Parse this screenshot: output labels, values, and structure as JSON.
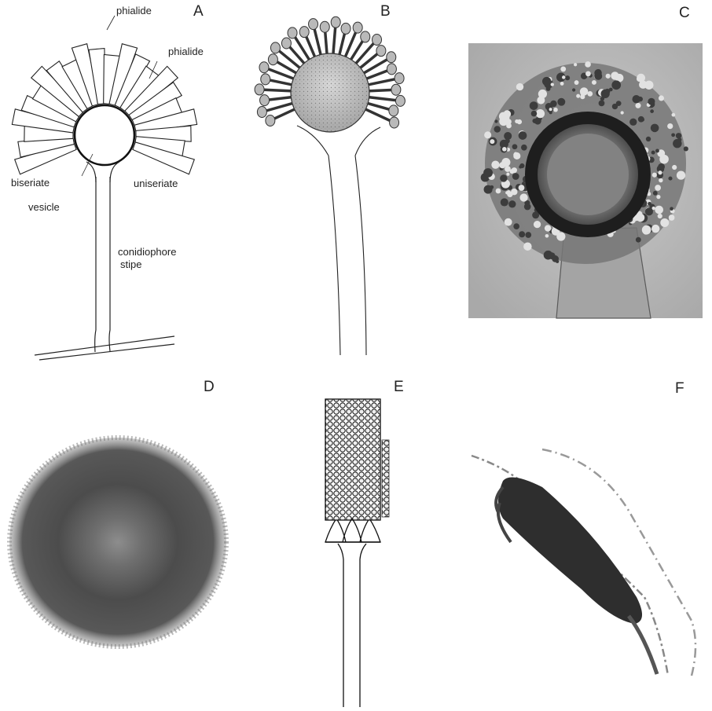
{
  "panels": {
    "a": {
      "letter": "A",
      "labels": {
        "phialide_top": "phialide",
        "phialide_right": "phialide",
        "biseriate": "biseriate",
        "vesicle": "vesicle",
        "uniseriate": "uniseriate",
        "conidiophore": "conidiophore",
        "stipe": "stipe"
      }
    },
    "b": {
      "letter": "B"
    },
    "c": {
      "letter": "C"
    },
    "d": {
      "letter": "D"
    },
    "e": {
      "letter": "E"
    },
    "f": {
      "letter": "F"
    }
  }
}
